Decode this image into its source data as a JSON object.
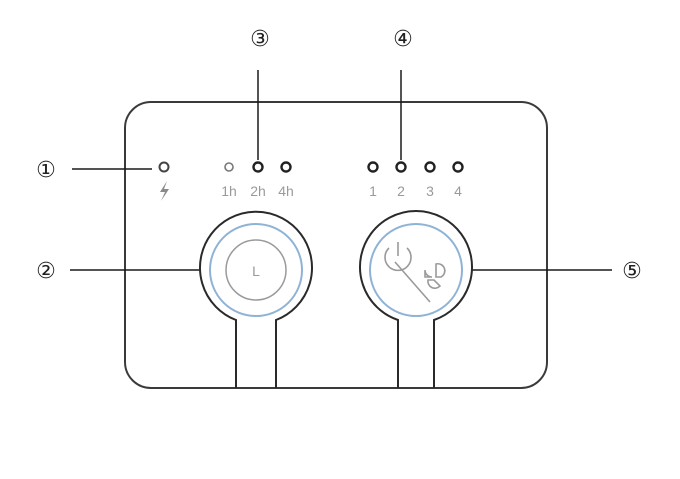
{
  "callouts": {
    "c1": "①",
    "c2": "②",
    "c3": "③",
    "c4": "④",
    "c5": "⑤"
  },
  "timer_labels": [
    "1h",
    "2h",
    "4h"
  ],
  "speed_labels": [
    "1",
    "2",
    "3",
    "4"
  ],
  "timer_button_glyph": "L",
  "icons": {
    "power_led": "led-dot",
    "charging": "lightning-icon",
    "timer": "clock-icon",
    "power_fan": "power-fan-icon"
  },
  "colors": {
    "panel_stroke": "#3a3a3a",
    "callout_line": "#1a1a1a",
    "button_ring": "#8fb3d6",
    "label_gray": "#9a9a9a"
  }
}
